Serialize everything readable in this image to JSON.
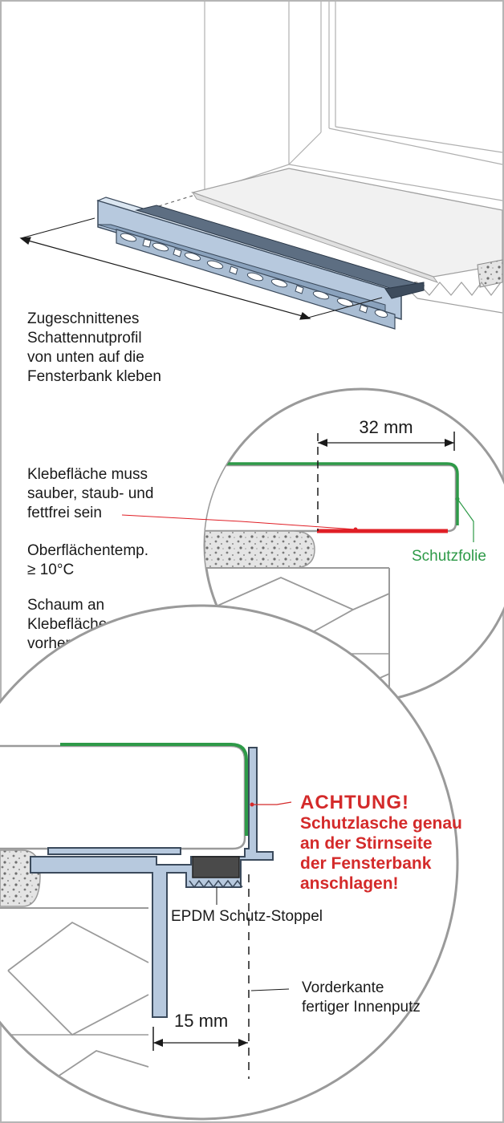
{
  "top_label": {
    "lines": [
      "Zugeschnittenes",
      "Schattennutprofil",
      "von unten auf die",
      "Fensterbank kleben"
    ]
  },
  "middle_detail": {
    "dimension": "32 mm",
    "note1": [
      "Klebefläche muss",
      "sauber, staub- und",
      "fettfrei sein"
    ],
    "note2": [
      "Oberflächentemp.",
      "≥ 10°C"
    ],
    "note3": [
      "Schaum an",
      "Klebefläche ggf.",
      "vorher entfernen"
    ],
    "film_label": "Schutzfolie"
  },
  "bottom_detail": {
    "warning_title": "ACHTUNG!",
    "warning_lines": [
      "Schutzlasche genau",
      "an der Stirnseite",
      "der Fensterbank",
      "anschlagen!"
    ],
    "stopper_label": "EPDM Schutz-Stoppel",
    "edge_label": [
      "Vorderkante",
      "fertiger Innenputz"
    ],
    "dimension": "15 mm"
  },
  "colors": {
    "profile": "#b7c9de",
    "profile_stroke": "#3b4a5c",
    "film": "#2e9a48",
    "adhesive": "#e01f26",
    "warning": "#d42a2a",
    "outline": "#9a9a9a"
  }
}
